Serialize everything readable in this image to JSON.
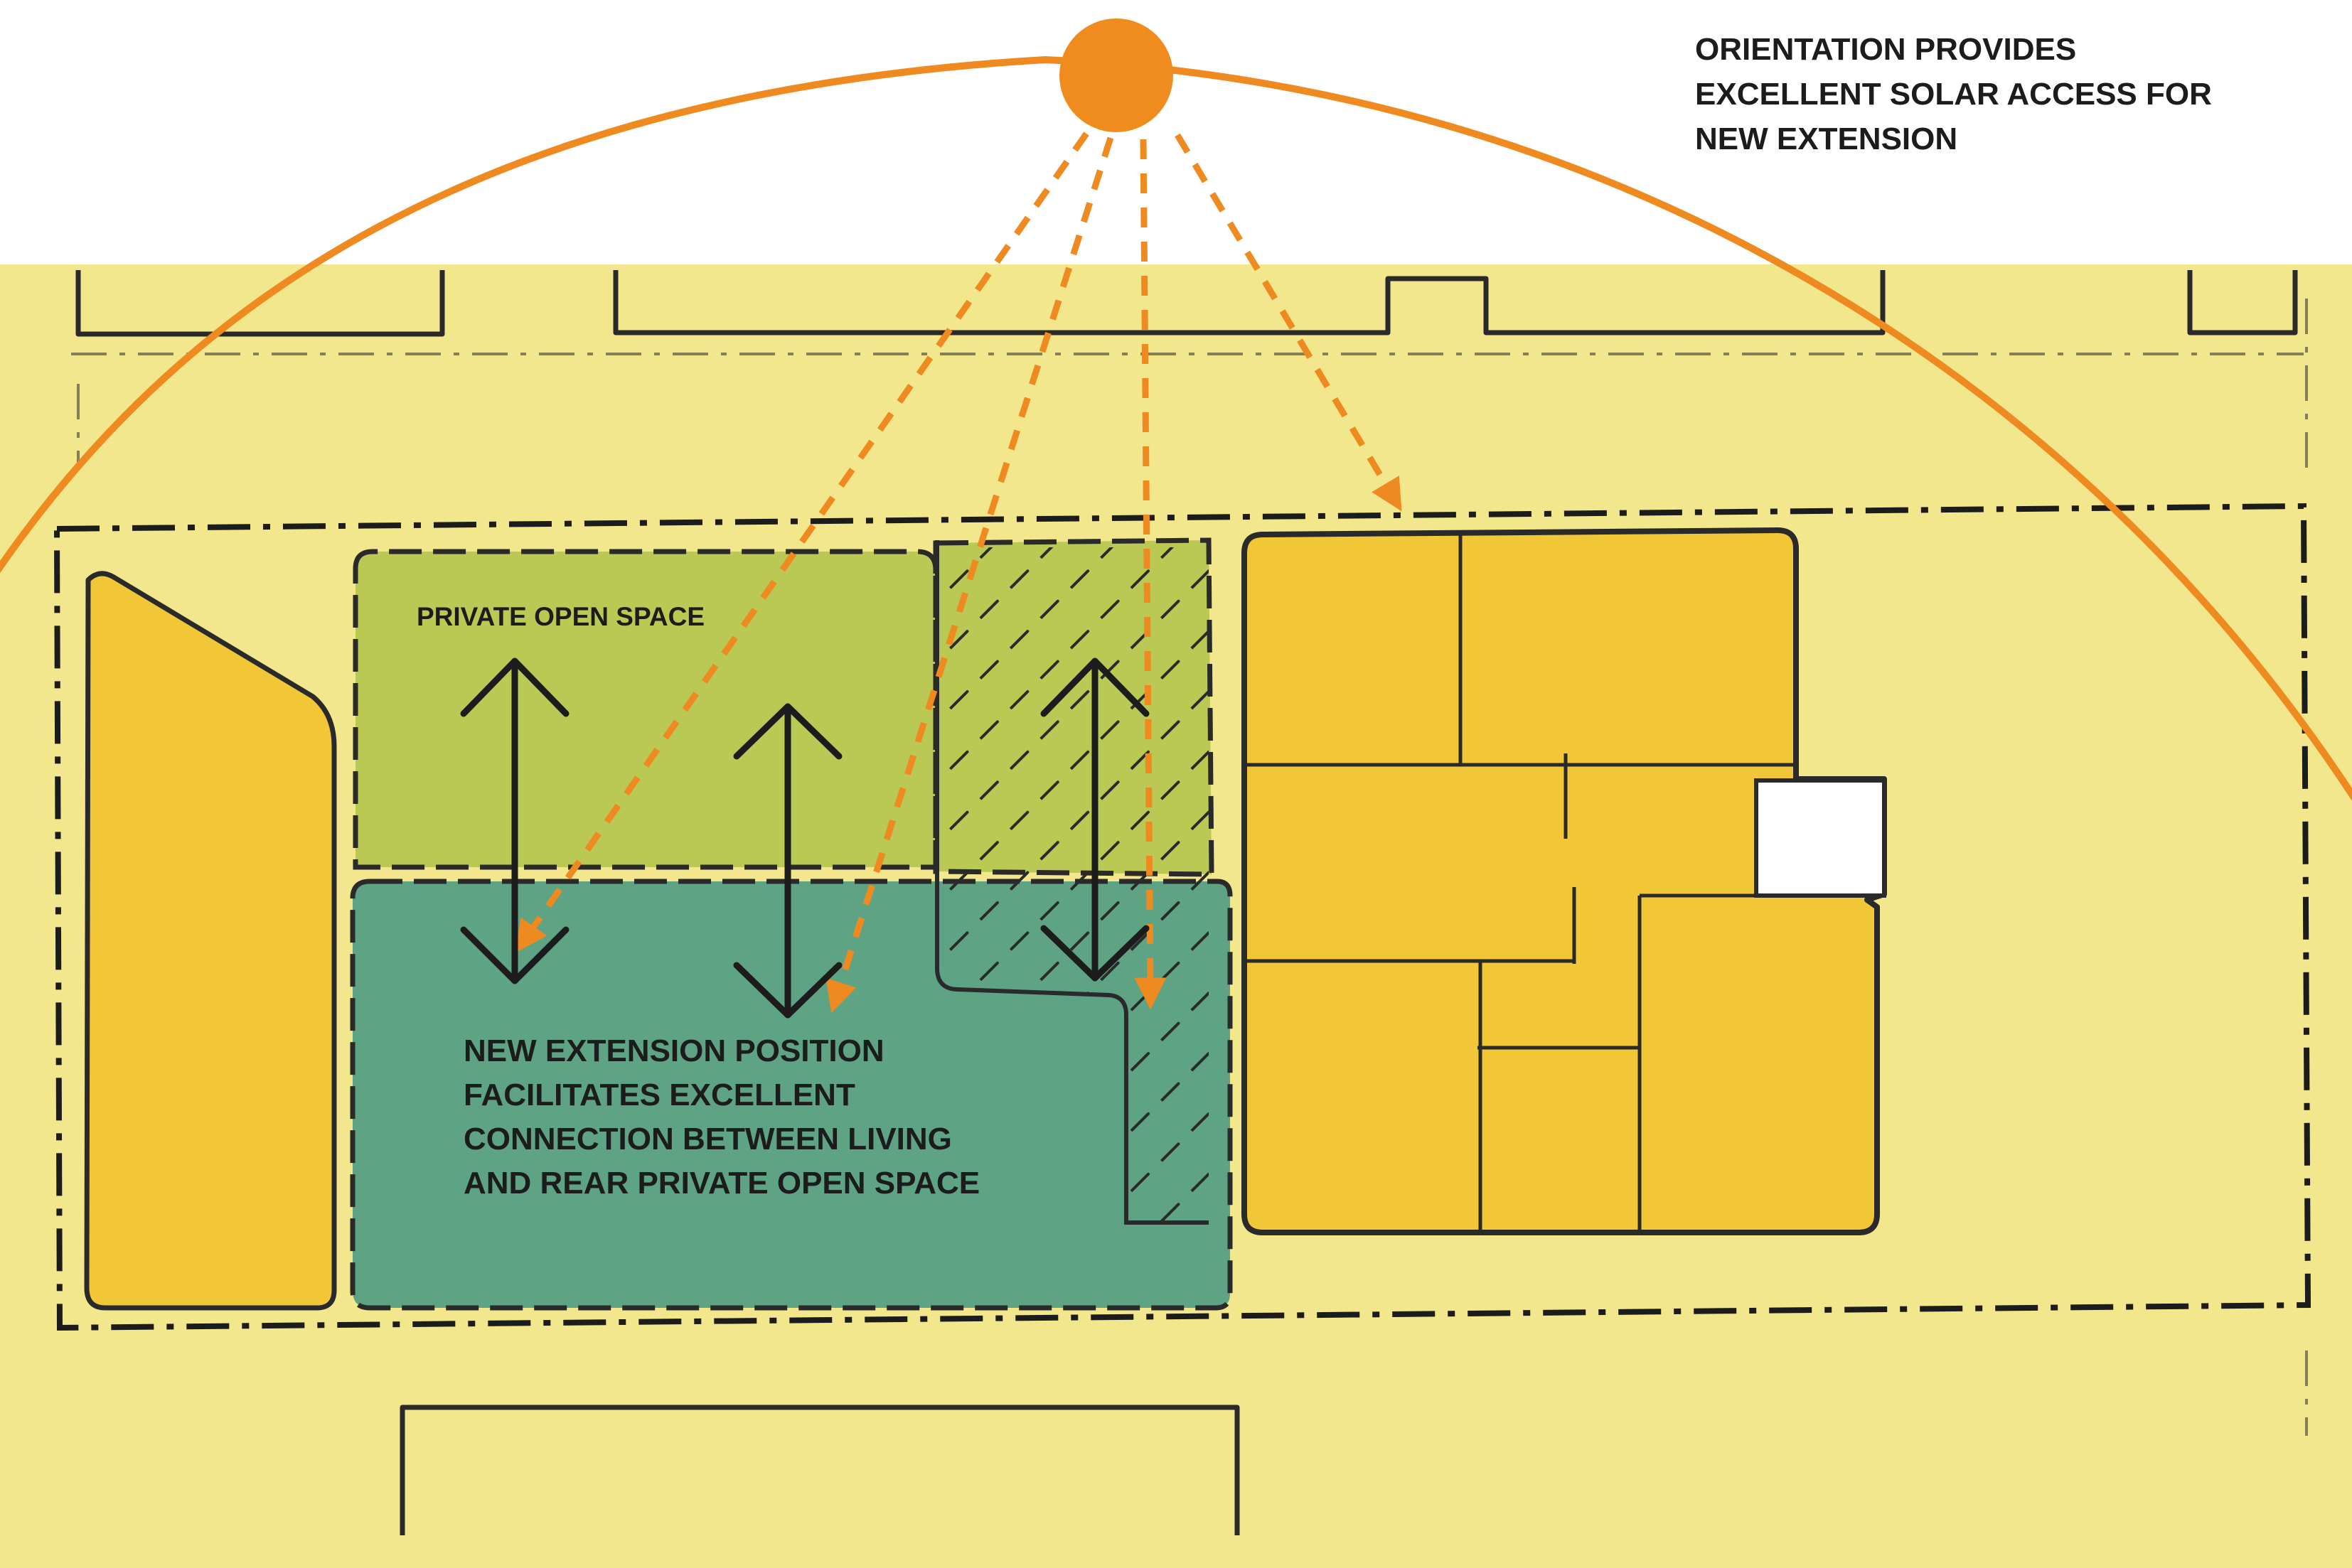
{
  "labels": {
    "orientation_note": "ORIENTATION PROVIDES\nEXCELLENT SOLAR ACCESS FOR\nNEW EXTENSION",
    "private_open_space": "PRIVATE OPEN SPACE",
    "extension_note": "NEW EXTENSION POSITION\nFACILITATES EXCELLENT\nCONNECTION BETWEEN LIVING\nAND REAR PRIVATE OPEN SPACE"
  },
  "colors": {
    "sheet_background": "#f2e78c",
    "sun": "#f08c1e",
    "sun_path": "#ee8a20",
    "building": "#f1c737",
    "private_open_space": "#bac854",
    "new_extension": "#5fa385",
    "outline": "#2a2a2a",
    "text": "#1c1c1c"
  }
}
